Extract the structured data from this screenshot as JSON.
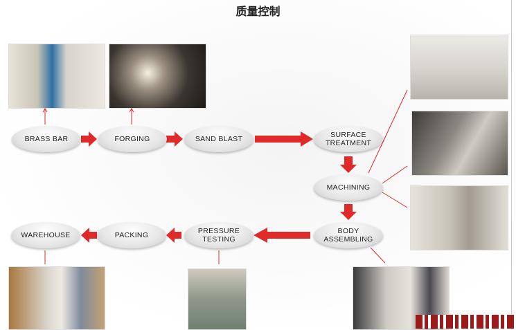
{
  "title": "质量控制",
  "steps": {
    "brass_bar": "BRASS BAR",
    "forging": "FORGING",
    "sand_blast": "SAND BLAST",
    "surface_1": "SURFACE",
    "surface_2": "TREATMENT",
    "machining": "MACHINING",
    "body_1": "BODY",
    "body_2": "ASSEMBLING",
    "pressure_1": "PRESSURE",
    "pressure_2": "TESTING",
    "packing": "PACKING",
    "warehouse": "WAREHOUSE"
  },
  "colors": {
    "arrow": "#e02a2a",
    "node": "#e6e6e6",
    "qr": "#9b1b1b"
  }
}
